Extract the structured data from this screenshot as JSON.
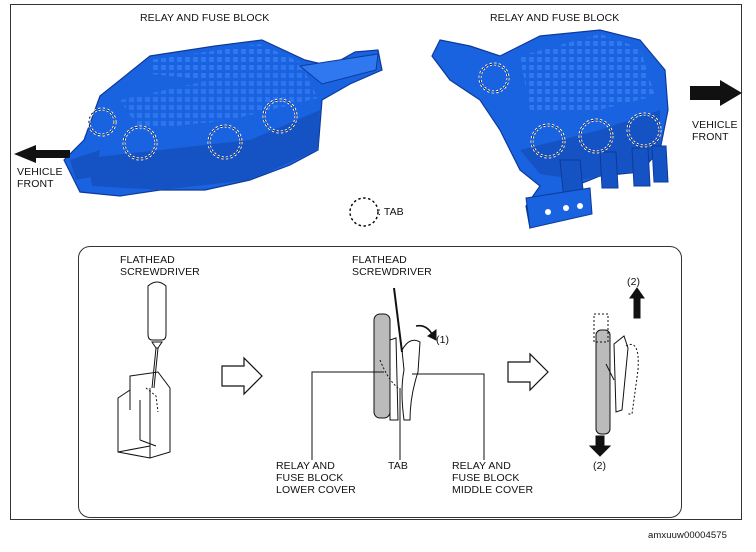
{
  "labels": {
    "left_title": "RELAY AND FUSE BLOCK",
    "right_title": "RELAY AND FUSE BLOCK",
    "vehicle_front_left": "VEHICLE\nFRONT",
    "vehicle_front_right": "VEHICLE\nFRONT",
    "tab_legend": ": TAB",
    "screwdriver_1": "FLATHEAD\nSCREWDRIVER",
    "screwdriver_2": "FLATHEAD\nSCREWDRIVER",
    "step_1": "(1)",
    "step_2_top": "(2)",
    "step_2_bottom": "(2)",
    "lower_cover": "RELAY AND\nFUSE BLOCK\nLOWER COVER",
    "tab": "TAB",
    "middle_cover": "RELAY AND\nFUSE BLOCK\nMIDDLE COVER",
    "figure_id": "amxuuw00004575"
  },
  "colors": {
    "part_blue": "#1a63e0",
    "part_dark": "#0d3a9a",
    "tab_marker": "#ffffff"
  },
  "icons": [
    "arrow-left-icon",
    "arrow-right-icon",
    "outline-arrow-icon",
    "tab-circle-icon"
  ]
}
